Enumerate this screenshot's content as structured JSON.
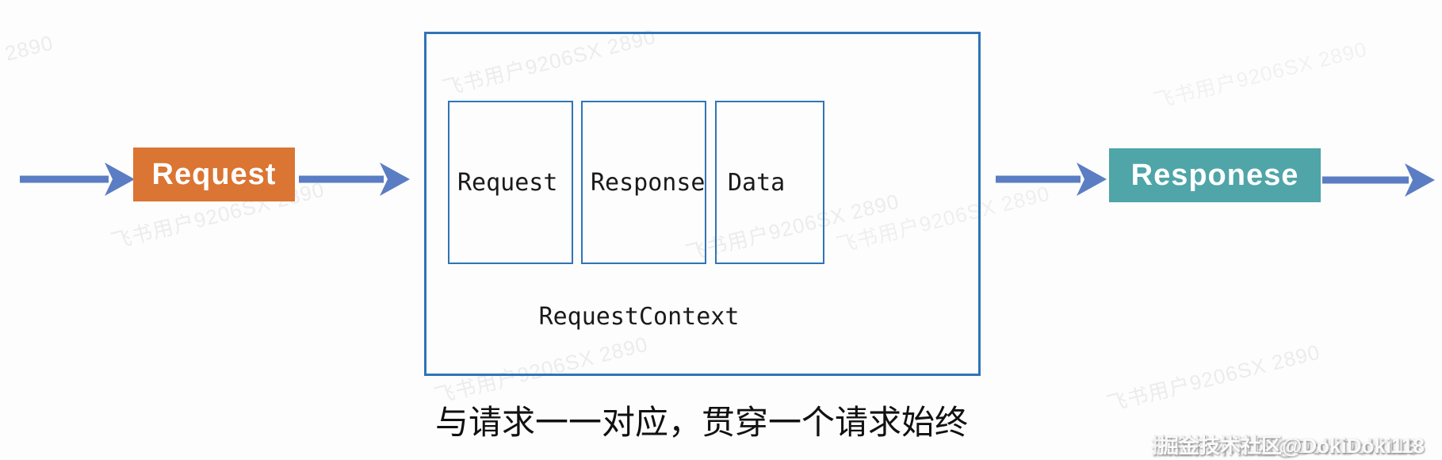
{
  "diagram": {
    "request_node": {
      "label": "Request"
    },
    "context_node": {
      "title": "RequestContext",
      "children": [
        {
          "label": "Request"
        },
        {
          "label": "Response"
        },
        {
          "label": "Data"
        }
      ]
    },
    "response_node": {
      "label": "Responese"
    },
    "caption": "与请求一一对应，贯穿一个请求始终"
  },
  "watermarks": {
    "feishu": "飞书用户9206SX 2890",
    "juejin": "掘金技术社区@DokiDoki118"
  },
  "colors": {
    "request_node_bg": "#DB7533",
    "response_node_bg": "#4FA5A8",
    "arrow": "#5B7DC3",
    "box_border": "#2E75B6",
    "label_text": "#1A1A1A",
    "watermark_gray": "#ECECEC"
  }
}
